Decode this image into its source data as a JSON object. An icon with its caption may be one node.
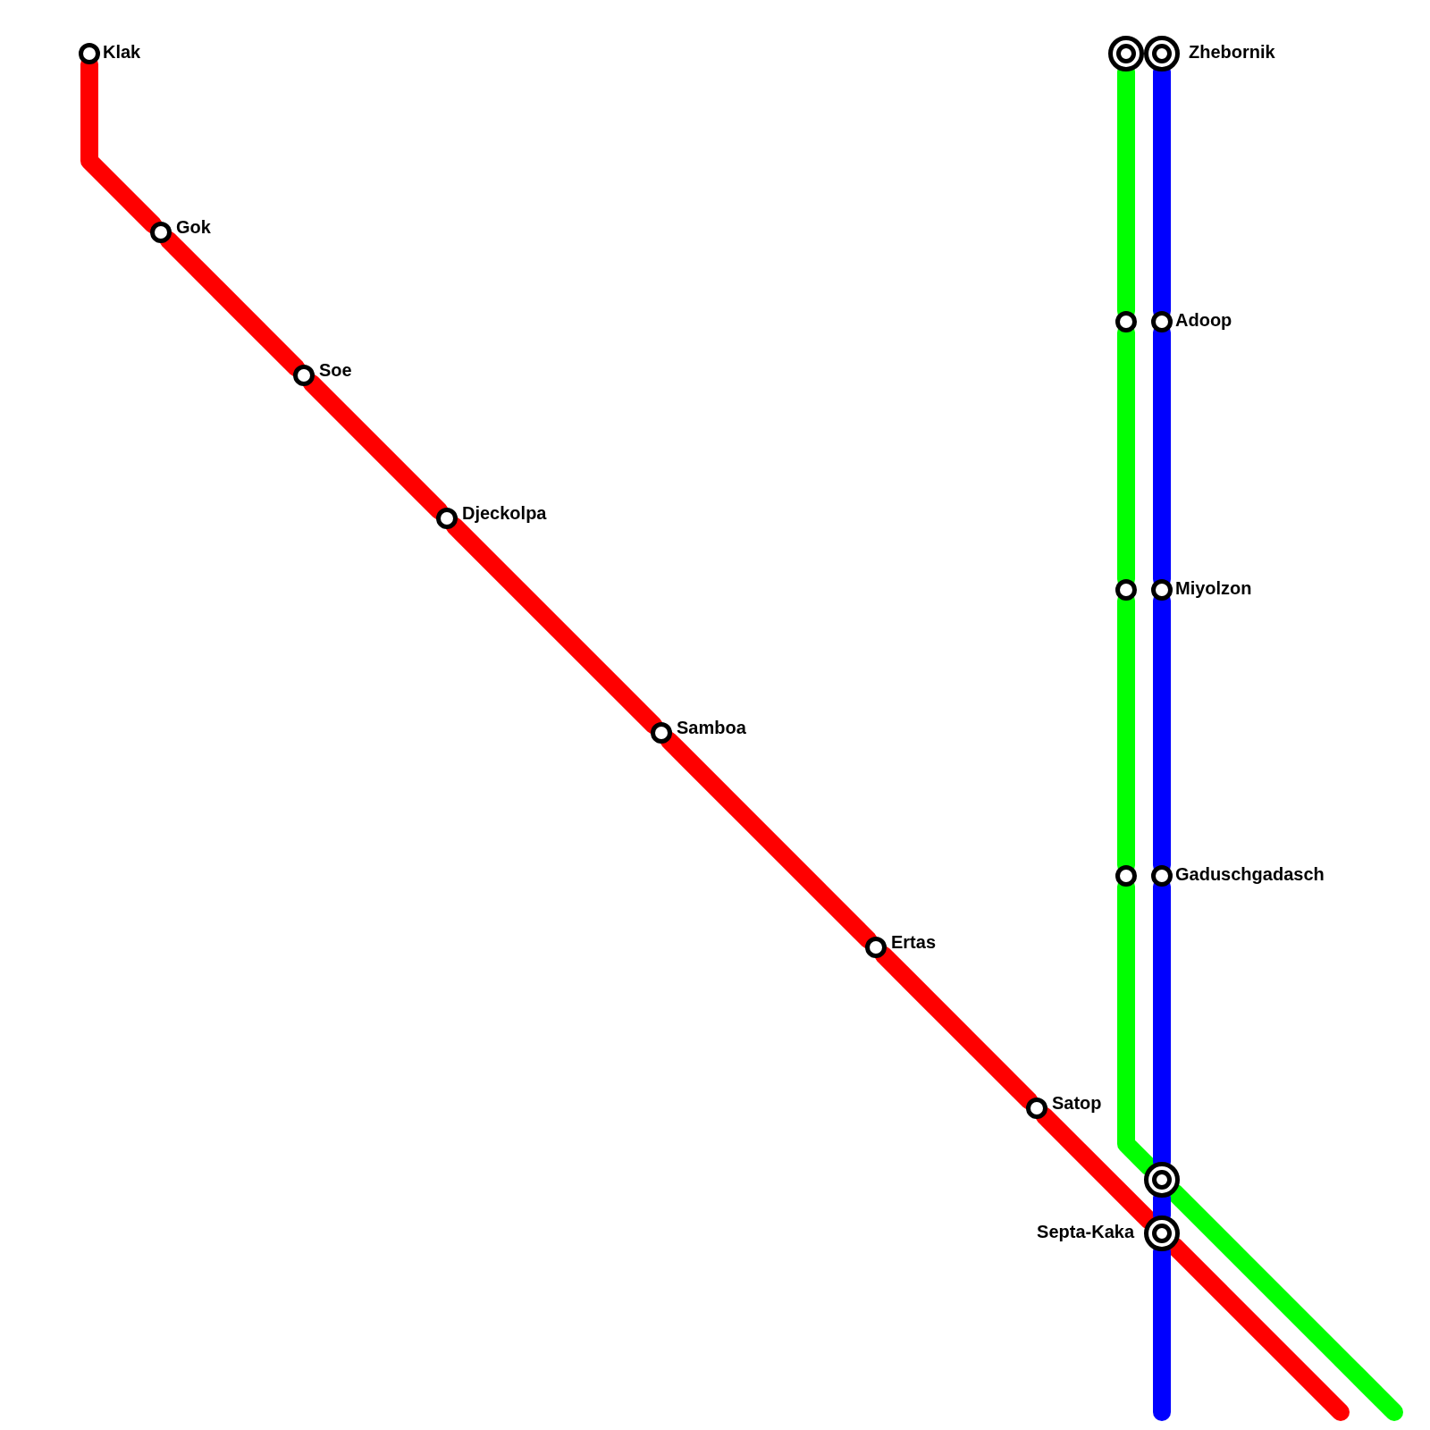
{
  "diagram": {
    "nodes": [
      {
        "text": [
          "Klak"
        ]
      },
      {
        "text": [],
        "shape": "circle"
      },
      {
        "text": [
          "Zhebornik"
        ]
      },
      {
        "text": [
          "Gok"
        ]
      },
      {
        "text": [],
        "shape": "circle"
      },
      {
        "text": [
          "Adoop"
        ]
      },
      {
        "text": [
          "Soe"
        ]
      },
      {
        "text": [
          "Djeckolpa"
        ]
      },
      {
        "text": [],
        "shape": "circle"
      },
      {
        "text": [
          "Miyolzon"
        ]
      },
      {
        "text": [
          "Samboa"
        ]
      },
      {
        "text": [],
        "shape": "circle"
      },
      {
        "text": [
          "Gaduschgadasch"
        ]
      },
      {
        "text": [
          "Ertas"
        ]
      },
      {
        "text": [
          "Satop"
        ]
      },
      {
        "text": [],
        "shape": "circle"
      },
      {
        "text": [
          "Septa-Kaka"
        ]
      }
    ],
    "edges": [
      {
        "from": 0,
        "to": 3,
        "arrow": "none"
      },
      {
        "from": 3,
        "to": 6,
        "arrow": "none"
      },
      {
        "from": 6,
        "to": 7,
        "arrow": "none"
      },
      {
        "from": 7,
        "to": 10,
        "arrow": "none"
      },
      {
        "from": 10,
        "to": 13,
        "arrow": "none"
      },
      {
        "from": 13,
        "to": 14,
        "arrow": "none"
      },
      {
        "from": 14,
        "to": 16,
        "arrow": "none"
      },
      {
        "from": 16,
        "to": null,
        "arrow": "none"
      },
      {
        "from": 1,
        "to": 4,
        "arrow": "none",
        "color": "#00ff00"
      },
      {
        "from": 4,
        "to": 8,
        "arrow": "none",
        "color": "#00ff00"
      },
      {
        "from": 8,
        "to": 11,
        "arrow": "none",
        "color": "#00ff00"
      },
      {
        "from": 11,
        "to": 15,
        "arrow": "none",
        "color": "#00ff00"
      },
      {
        "from": 15,
        "to": null,
        "arrow": "none",
        "color": "#00ff00"
      },
      {
        "from": 2,
        "to": 5,
        "arrow": "none",
        "color": "#0000ff"
      },
      {
        "from": 5,
        "to": 9,
        "arrow": "none",
        "color": "#0000ff"
      },
      {
        "from": 9,
        "to": 12,
        "arrow": "none",
        "color": "#0000ff"
      },
      {
        "from": 12,
        "to": 15,
        "arrow": "none",
        "color": "#0000ff"
      },
      {
        "from": 15,
        "to": 16,
        "arrow": "none",
        "color": "#0000ff"
      },
      {
        "from": 16,
        "to": null,
        "arrow": "none",
        "color": "#0000ff"
      }
    ]
  }
}
